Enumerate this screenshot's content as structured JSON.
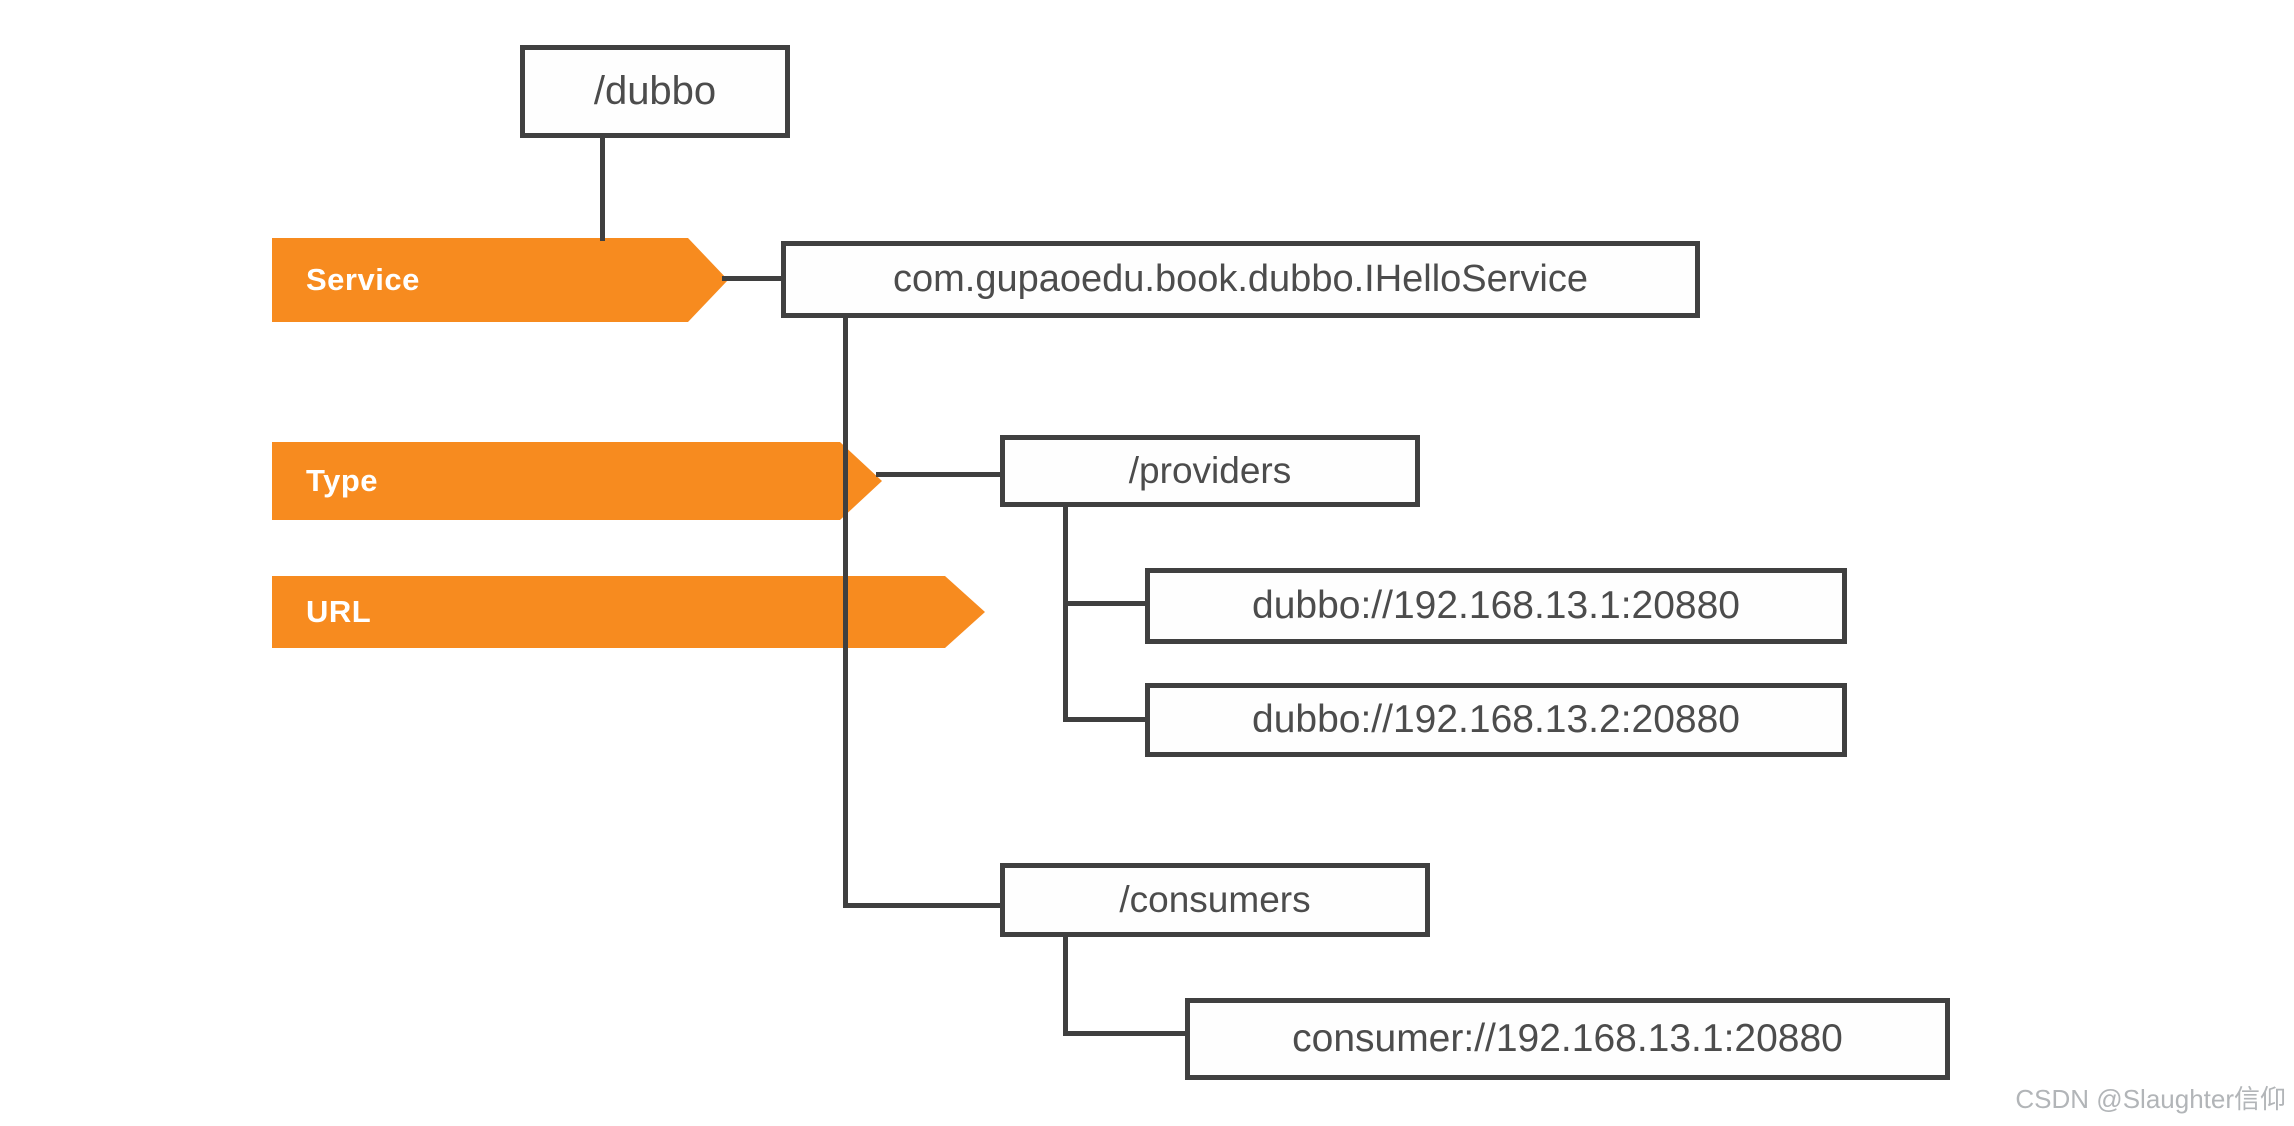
{
  "page": {
    "background": "#ffffff",
    "description": "Dubbo service registration tree structure in ZooKeeper"
  },
  "diagram": {
    "colors": {
      "accent_orange": "#F78B1F",
      "line": "#3f3f3f",
      "box_border": "#404040",
      "box_text": "#4c4c4c",
      "tag_text": "#ffffff"
    },
    "tags": [
      {
        "id": "service",
        "label": "Service"
      },
      {
        "id": "type",
        "label": "Type"
      },
      {
        "id": "url",
        "label": "URL"
      }
    ],
    "nodes": {
      "root": {
        "label": "/dubbo"
      },
      "service_interface": {
        "label": "com.gupaoedu.book.dubbo.IHelloService"
      },
      "providers": {
        "label": "/providers"
      },
      "provider_urls": [
        {
          "label": "dubbo://192.168.13.1:20880"
        },
        {
          "label": "dubbo://192.168.13.2:20880"
        }
      ],
      "consumers": {
        "label": "/consumers"
      },
      "consumer_urls": [
        {
          "label": "consumer://192.168.13.1:20880"
        }
      ]
    }
  },
  "watermark": {
    "text": "CSDN @Slaughter信仰"
  }
}
